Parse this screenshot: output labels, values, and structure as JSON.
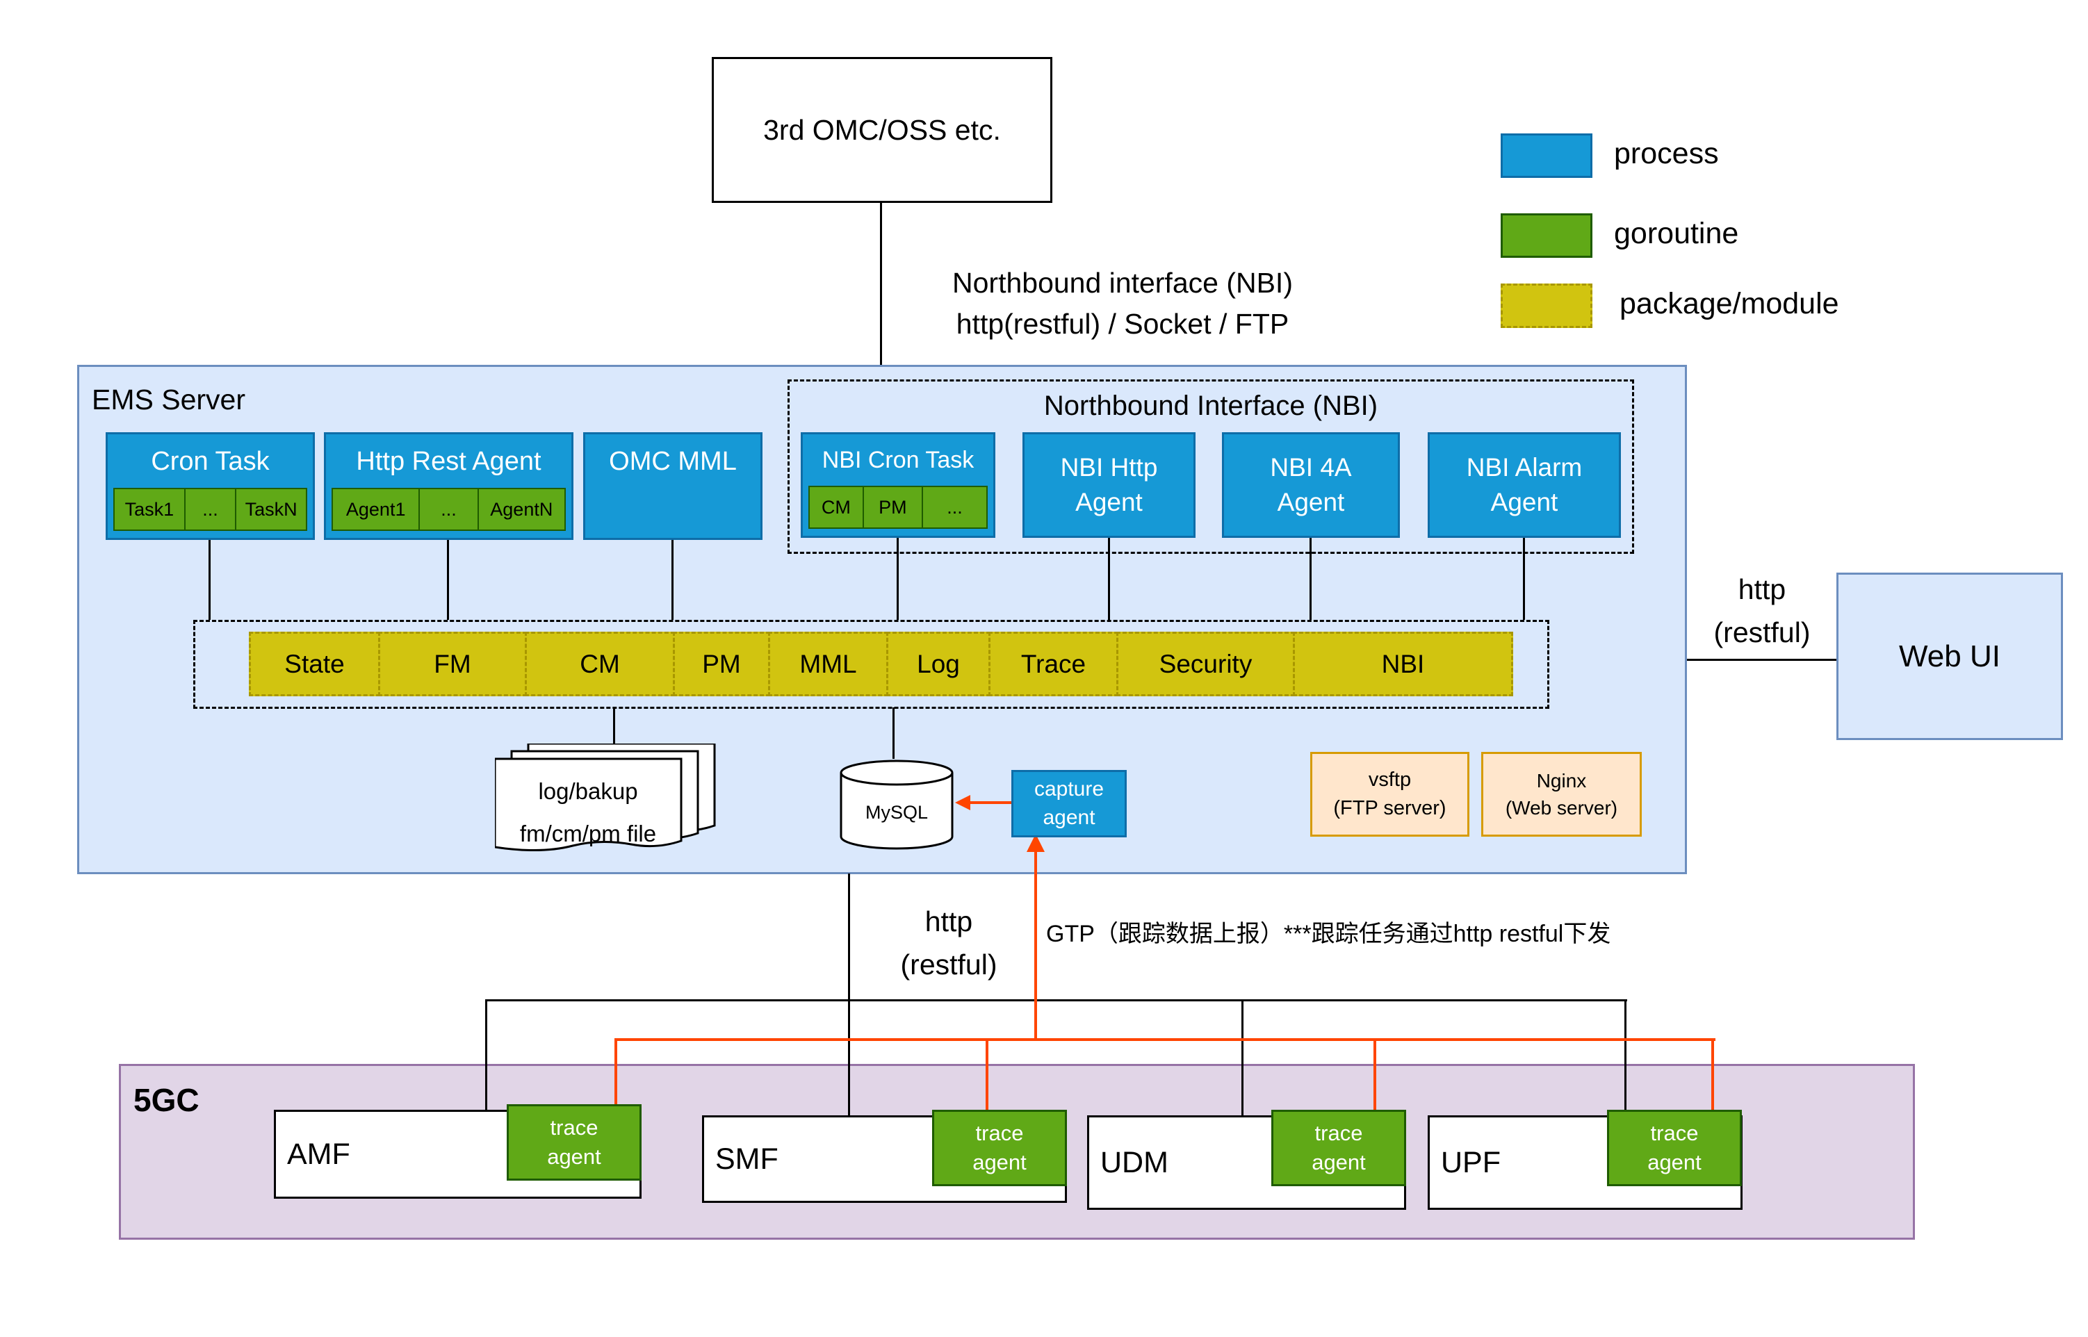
{
  "colors": {
    "process_fill": "#1699d6",
    "goroutine_fill": "#60a917",
    "module_fill": "#d1c410",
    "container_blue": "#dae8fc",
    "container_purple": "#e1d5e7",
    "server_fill": "#ffe6cc",
    "arrow_orange": "#ff4500"
  },
  "external": {
    "omc_box": "3rd OMC/OSS etc."
  },
  "legend": {
    "process": "process",
    "goroutine": "goroutine",
    "package": "package/module"
  },
  "nbi_link": "Northbound interface (NBI)\nhttp(restful) / Socket / FTP",
  "ems": {
    "title": "EMS Server",
    "cron_task": {
      "title": "Cron Task",
      "subs": [
        "Task1",
        "...",
        "TaskN"
      ]
    },
    "http_rest_agent": {
      "title": "Http Rest Agent",
      "subs": [
        "Agent1",
        "...",
        "AgentN"
      ]
    },
    "omc_mml": "OMC MML",
    "nbi_group": {
      "title": "Northbound Interface (NBI)",
      "cron_task": {
        "title": "NBI Cron Task",
        "subs": [
          "CM",
          "PM",
          "..."
        ]
      },
      "http_agent": "NBI Http\nAgent",
      "foura_agent": "NBI 4A\nAgent",
      "alarm_agent": "NBI Alarm\nAgent"
    },
    "modules": [
      "State",
      "FM",
      "CM",
      "PM",
      "MML",
      "Log",
      "Trace",
      "Security",
      "NBI"
    ],
    "files": "log/bakup\nfm/cm/pm file",
    "database": "MySQL",
    "capture_agent": "capture\nagent",
    "vsftp": "vsftp\n(FTP server)",
    "nginx": "Nginx\n(Web server)"
  },
  "web_ui": {
    "label": "Web UI",
    "link": "http\n(restful)"
  },
  "south": {
    "http_label": "http\n(restful)",
    "gtp_label": "GTP（跟踪数据上报）***跟踪任务通过http restful下发"
  },
  "fivegc": {
    "title": "5GC",
    "trace_agent": "trace\nagent",
    "nfs": [
      "AMF",
      "SMF",
      "UDM",
      "UPF"
    ]
  }
}
